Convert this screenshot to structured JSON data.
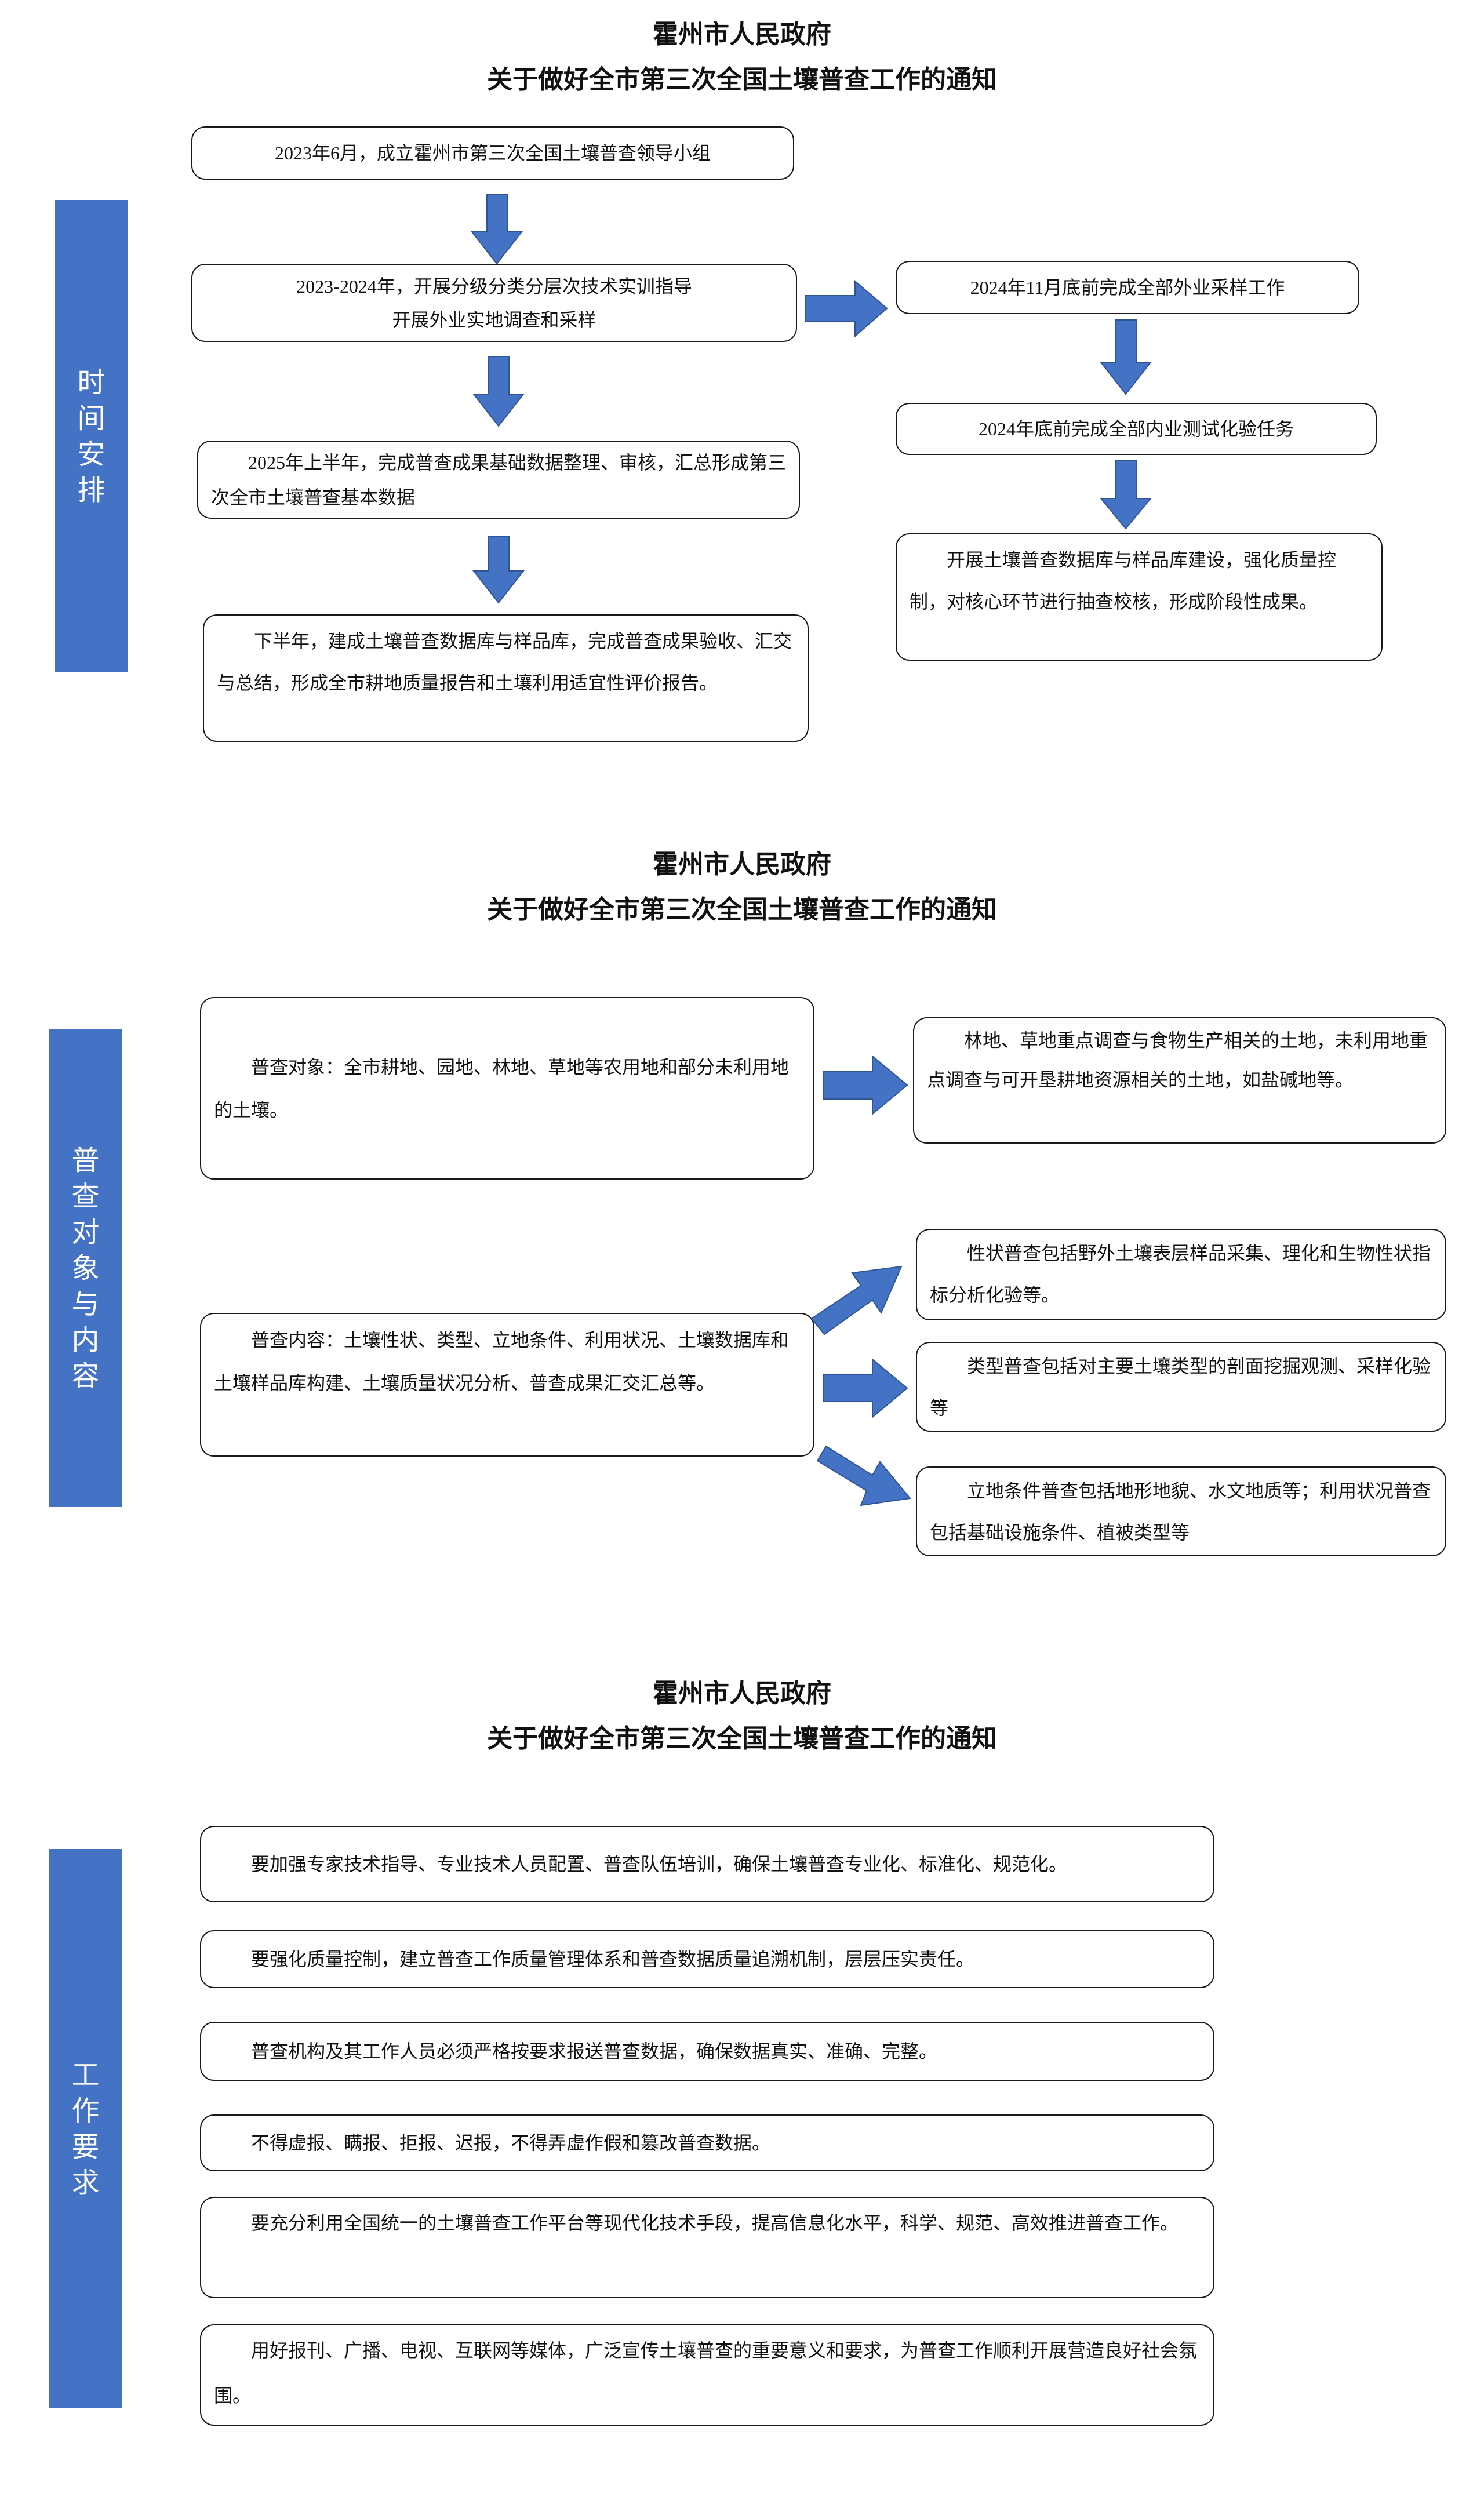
{
  "sections": [
    {
      "title_line1": "霍州市人民政府",
      "title_line2": "关于做好全市第三次全国土壤普查工作的通知",
      "side_label": "时间安排",
      "boxes": {
        "b1": "2023年6月，成立霍州市第三次全国土壤普查领导小组",
        "b2_line1": "2023-2024年，开展分级分类分层次技术实训指导",
        "b2_line2": "开展外业实地调查和采样",
        "b3": "2025年上半年，完成普查成果基础数据整理、审核，汇总形成第三次全市土壤普查基本数据",
        "b4": "下半年，建成土壤普查数据库与样品库，完成普查成果验收、汇交与总结，形成全市耕地质量报告和土壤利用适宜性评价报告。",
        "r1": "2024年11月底前完成全部外业采样工作",
        "r2": "2024年底前完成全部内业测试化验任务",
        "r3": "开展土壤普查数据库与样品库建设，强化质量控制，对核心环节进行抽查校核，形成阶段性成果。"
      }
    },
    {
      "title_line1": "霍州市人民政府",
      "title_line2": "关于做好全市第三次全国土壤普查工作的通知",
      "side_label": "普查对象与内容",
      "boxes": {
        "obj": "普查对象：全市耕地、园地、林地、草地等农用地和部分未利用地的土壤。",
        "obj_r": "林地、草地重点调查与食物生产相关的土地，未利用地重点调查与可开垦耕地资源相关的土地，如盐碱地等。",
        "content": "普查内容：土壤性状、类型、立地条件、利用状况、土壤数据库和土壤样品库构建、土壤质量状况分析、普查成果汇交汇总等。",
        "c_r1": "性状普查包括野外土壤表层样品采集、理化和生物性状指标分析化验等。",
        "c_r2": "类型普查包括对主要土壤类型的剖面挖掘观测、采样化验等",
        "c_r3": "立地条件普查包括地形地貌、水文地质等；利用状况普查包括基础设施条件、植被类型等"
      }
    },
    {
      "title_line1": "霍州市人民政府",
      "title_line2": "关于做好全市第三次全国土壤普查工作的通知",
      "side_label": "工作要求",
      "boxes": {
        "w1": "要加强专家技术指导、专业技术人员配置、普查队伍培训，确保土壤普查专业化、标准化、规范化。",
        "w2": "要强化质量控制，建立普查工作质量管理体系和普查数据质量追溯机制，层层压实责任。",
        "w3": "普查机构及其工作人员必须严格按要求报送普查数据，确保数据真实、准确、完整。",
        "w4": "不得虚报、瞒报、拒报、迟报，不得弄虚作假和篡改普查数据。",
        "w5": "要充分利用全国统一的土壤普查工作平台等现代化技术手段，提高信息化水平，科学、规范、高效推进普查工作。",
        "w6": "用好报刊、广播、电视、互联网等媒体，广泛宣传土壤普查的重要意义和要求，为普查工作顺利开展营造良好社会氛围。"
      }
    }
  ],
  "colors": {
    "accent": "#4472c4",
    "arrow": "#4472c4",
    "border": "#1a1a1a"
  }
}
